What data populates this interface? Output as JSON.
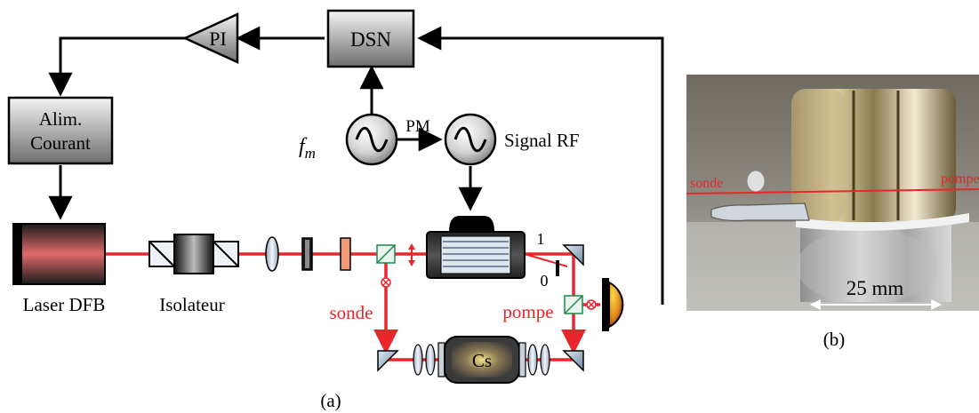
{
  "panel_a": {
    "caption": "(a)",
    "blocks": {
      "dsn": "DSN",
      "pi": "PI",
      "alim_line1": "Alim.",
      "alim_line2": "Courant",
      "cs_cell": "Cs"
    },
    "labels": {
      "fm_base": "f",
      "fm_sub": "m",
      "pm": "PM",
      "signal_rf": "Signal RF",
      "laser": "Laser DFB",
      "isolator": "Isolateur",
      "sonde": "sonde",
      "pompe": "pompe",
      "aom_order_1": "1",
      "aom_order_0": "0"
    }
  },
  "panel_b": {
    "caption": "(b)",
    "photo_labels": {
      "sonde": "sonde",
      "pompe": "pompe",
      "scale": "25 mm"
    }
  },
  "colors": {
    "beam": "#e8262b",
    "beam_label": "#e8262b",
    "line": "#000000"
  }
}
